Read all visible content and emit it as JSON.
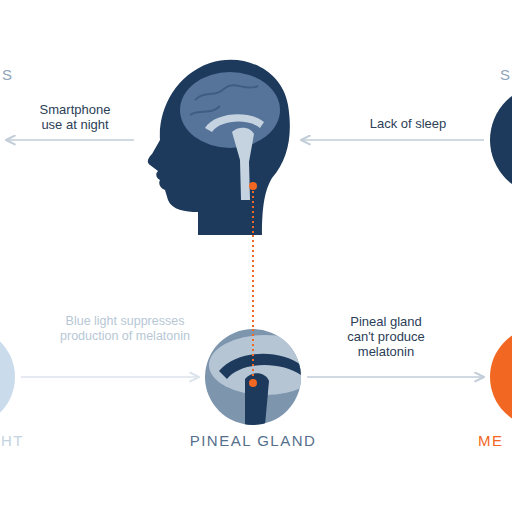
{
  "diagram": {
    "nodes": [
      {
        "text": [
          "S"
        ]
      },
      {
        "text": []
      },
      {
        "text": [
          "S"
        ]
      },
      {
        "text": [
          "HT"
        ]
      },
      {
        "text": [
          "PINEAL GLAND"
        ]
      },
      {
        "text": [
          "ME"
        ]
      }
    ],
    "edges": [
      {
        "from": 1,
        "to": 0,
        "arrow": "to",
        "label": "Smartphone use at night"
      },
      {
        "from": 2,
        "to": 1,
        "arrow": "to",
        "label": "Lack of sleep"
      },
      {
        "from": 3,
        "to": 4,
        "arrow": "to",
        "label": "Blue light suppresses production of melatonin"
      },
      {
        "from": 4,
        "to": 5,
        "arrow": "to",
        "label": "Pineal gland can't produce melatonin"
      },
      {
        "from": 1,
        "to": 4,
        "arrow": "none"
      }
    ]
  }
}
